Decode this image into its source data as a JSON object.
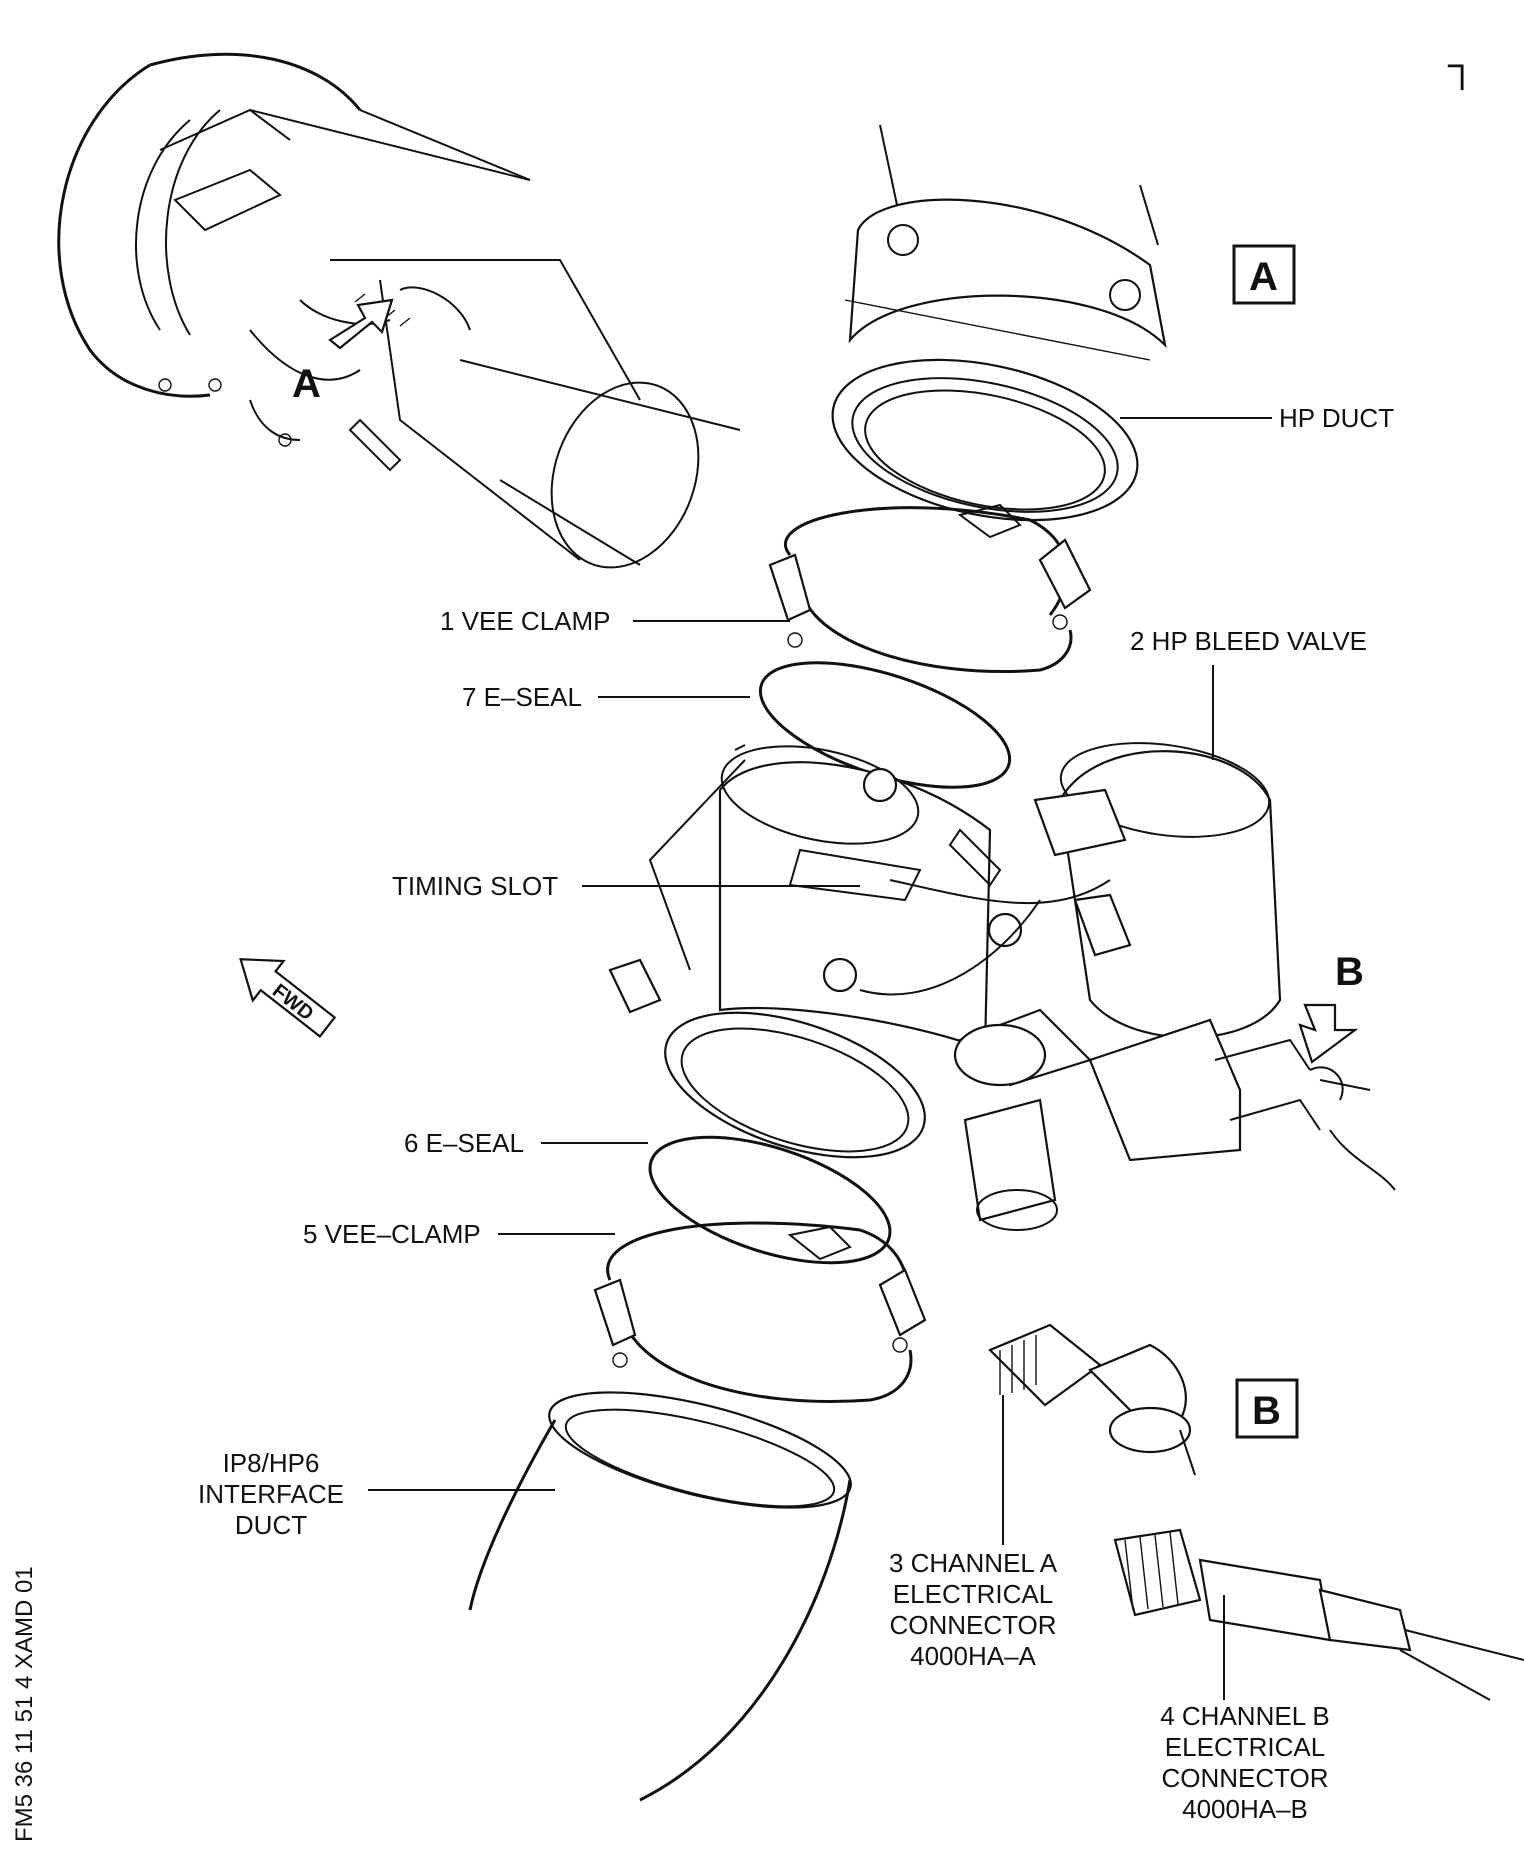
{
  "labels": {
    "hp_duct": "HP DUCT",
    "vee_clamp_1": "1 VEE CLAMP",
    "hp_bleed_valve": "2 HP BLEED VALVE",
    "e_seal_7": "7 E–SEAL",
    "timing_slot": "TIMING SLOT",
    "e_seal_6": "6 E–SEAL",
    "vee_clamp_5": "5 VEE–CLAMP",
    "interface_duct": [
      "IP8/HP6",
      "INTERFACE",
      "DUCT"
    ],
    "channel_a": [
      "3 CHANNEL A",
      "ELECTRICAL",
      "CONNECTOR",
      "4000HA–A"
    ],
    "channel_b": [
      "4 CHANNEL B",
      "ELECTRICAL",
      "CONNECTOR",
      "4000HA–B"
    ]
  },
  "view_markers": {
    "box_a": "A",
    "box_b": "B",
    "arrow_a": "A",
    "arrow_b": "B",
    "fwd": "FWD"
  },
  "figure_code": "FM5 36 11 51 4 XAMD 01",
  "corner_mark": "┐"
}
